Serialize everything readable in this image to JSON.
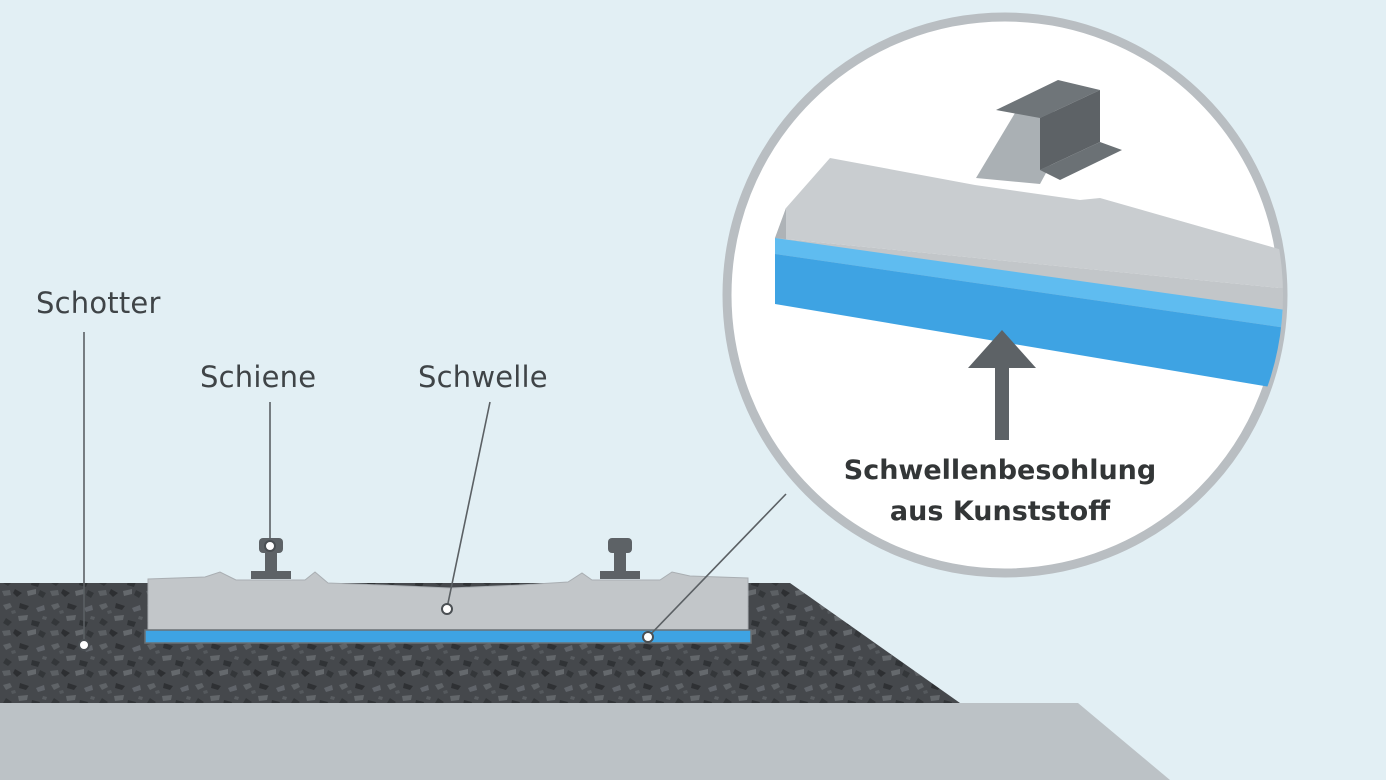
{
  "labels": {
    "ballast": "Schotter",
    "rail": "Schiene",
    "sleeper": "Schwelle"
  },
  "callout": {
    "line1": "Schwellenbesohlung",
    "line2": "aus Kunststoff"
  },
  "colors": {
    "background": "#e2eff4",
    "ground": "#bcc2c6",
    "ballast": "#45484c",
    "sleeper": "#c2c6c9",
    "sleeper_pad": "#3ea3e3",
    "rail": "#5d6266",
    "leader_line": "#5b6064",
    "magnifier_fill": "#ffffff",
    "magnifier_ring": "#b9bec2",
    "arrow": "#5d6266"
  }
}
